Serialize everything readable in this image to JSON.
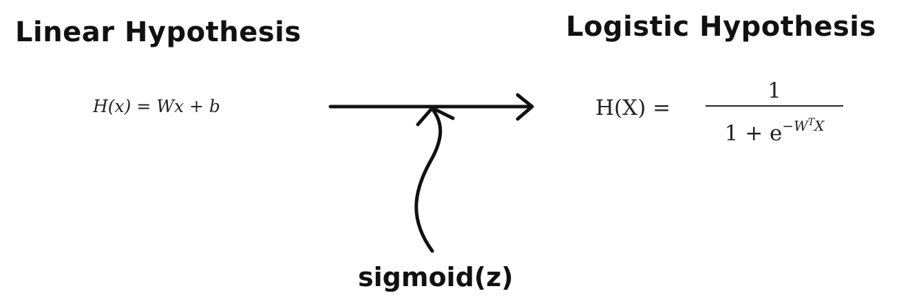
{
  "headings": {
    "linear": "Linear Hypothesis",
    "logistic": "Logistic Hypothesis"
  },
  "formulas": {
    "linear": {
      "lhs": "H(x)",
      "eq": " = ",
      "rhs": "Wx + b"
    },
    "logistic": {
      "lhs": "H(X) =",
      "numerator": "1",
      "denominator_base": "1 + e",
      "exponent": "−W",
      "exponent_super": "T",
      "exponent_tail": "X"
    }
  },
  "transform_label": "sigmoid(z)",
  "colors": {
    "ink": "#111111",
    "formula": "#222222",
    "blue_scrawl": "#3a7bd5",
    "red_scrawl": "#d23a2a"
  }
}
